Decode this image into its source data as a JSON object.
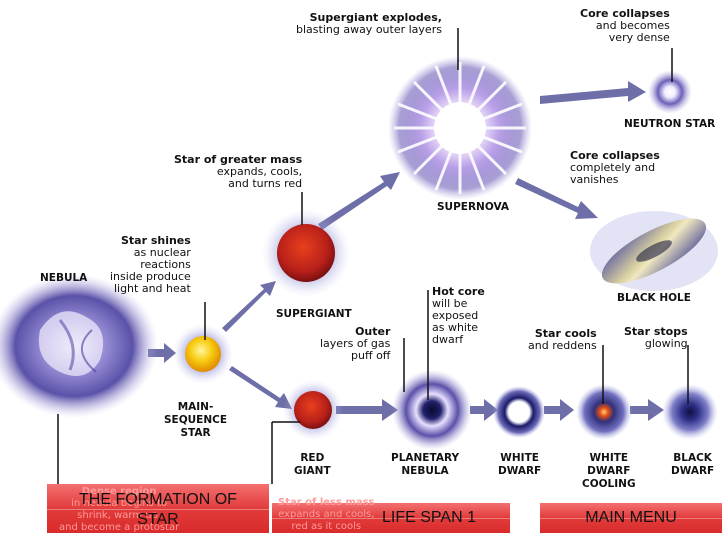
{
  "objects": {
    "nebula": "NEBULA",
    "main_sequence": [
      "MAIN-",
      "SEQUENCE",
      "STAR"
    ],
    "supergiant": "SUPERGIANT",
    "supernova": "SUPERNOVA",
    "neutron_star": "NEUTRON STAR",
    "black_hole": "BLACK HOLE",
    "red_giant": [
      "RED",
      "GIANT"
    ],
    "planetary_nebula": [
      "PLANETARY",
      "NEBULA"
    ],
    "white_dwarf": [
      "WHITE",
      "DWARF"
    ],
    "white_dwarf_cooling": [
      "WHITE",
      "DWARF",
      "COOLING"
    ],
    "black_dwarf": [
      "BLACK",
      "DWARF"
    ]
  },
  "annotations": {
    "supergiant_explodes": {
      "bold": "Supergiant explodes,",
      "lines": [
        "blasting away outer layers"
      ]
    },
    "core_collapses_dense": {
      "bold": "Core collapses",
      "lines": [
        "and becomes",
        "very dense"
      ]
    },
    "greater_mass": {
      "bold": "Star of greater mass",
      "lines": [
        "expands, cools,",
        "and turns red"
      ]
    },
    "core_collapses_vanishes": {
      "bold": "Core collapses",
      "lines": [
        "completely and",
        "vanishes"
      ]
    },
    "star_shines": {
      "bold": "Star shines",
      "lines": [
        "as nuclear",
        "reactions",
        "inside produce",
        "light and heat"
      ]
    },
    "hot_core": {
      "bold": "Hot core",
      "lines": [
        "will be",
        "exposed",
        "as white",
        "dwarf"
      ]
    },
    "outer_layers": {
      "bold": "Outer",
      "lines": [
        "layers of gas",
        "puff off"
      ]
    },
    "star_cools": {
      "bold": "Star cools",
      "lines": [
        "and reddens"
      ]
    },
    "star_stops": {
      "bold": "Star stops",
      "lines": [
        "glowing"
      ]
    },
    "dense_region": {
      "bold": "Dense region",
      "lines": [
        "in nebula begins to",
        "shrink, warm up,",
        "and become a protostar"
      ]
    },
    "less_mass": {
      "bold": "Star of less mass",
      "lines": [
        "expands and cools,",
        "red as it cools"
      ]
    }
  },
  "nav": {
    "formation": "THE FORMATION OF STAR",
    "life_span": "LIFE SPAN 1",
    "main_menu": "MAIN MENU"
  },
  "colors": {
    "arrow": "#6e6ea8",
    "button": "#e23b3b",
    "red_star": "#c0281c",
    "yellow_star": "#f5c400"
  }
}
